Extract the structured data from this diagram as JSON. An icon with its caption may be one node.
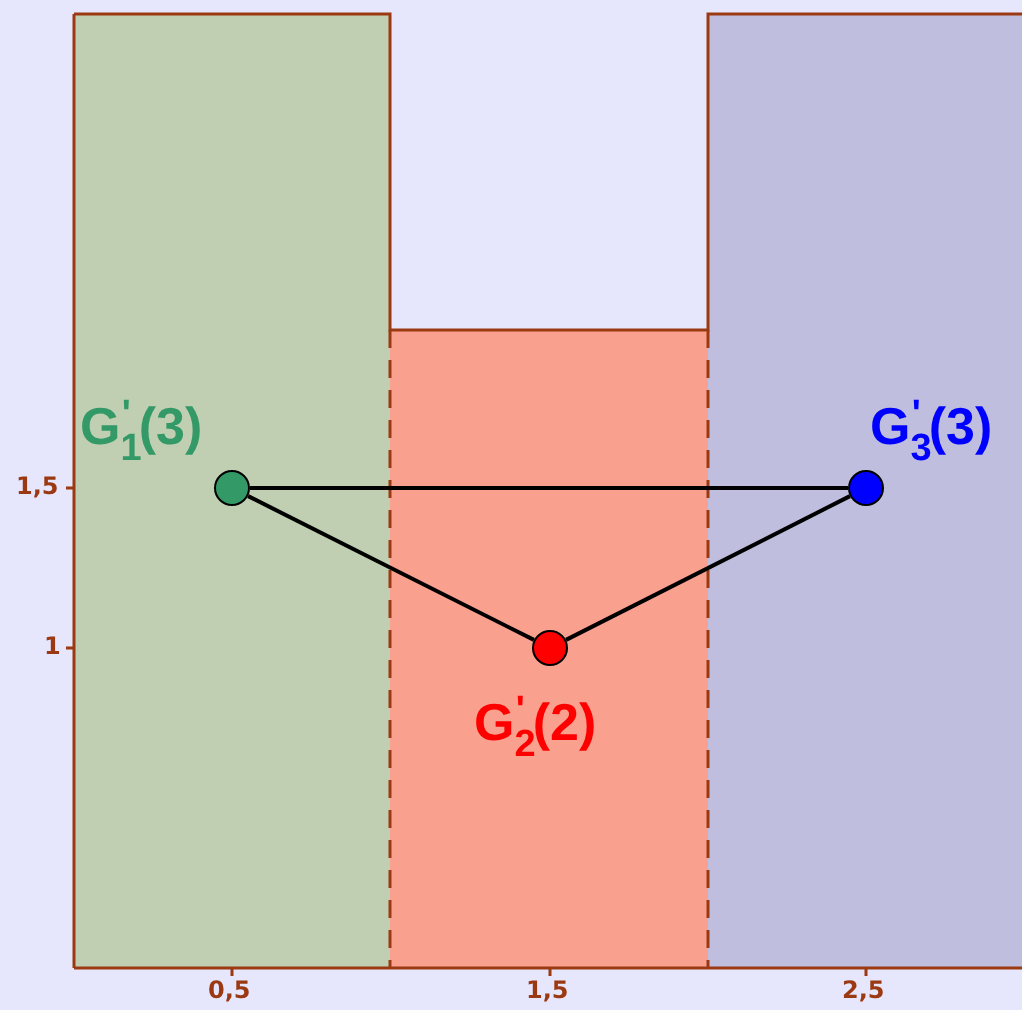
{
  "diagram": {
    "nodes": [
      {
        "text": [],
        "shape": "bar"
      },
      {
        "text": [],
        "shape": "bar"
      },
      {
        "text": [],
        "shape": "bar"
      },
      {
        "text": [],
        "shape": "circle",
        "in": 0,
        "beside": [
          "G$_{1}$$^{'}$(3)"
        ]
      },
      {
        "text": [],
        "shape": "circle",
        "in": 1,
        "beside": [
          "G$_{2}$$^{'}$(2)"
        ]
      },
      {
        "text": [],
        "shape": "circle",
        "in": 2,
        "beside": [
          "G$_{3}$$^{'}$(3)"
        ]
      }
    ],
    "edges": [
      {
        "from": 3,
        "to": 5,
        "arrow": "none"
      },
      {
        "from": 3,
        "to": 4,
        "arrow": "none"
      },
      {
        "from": 4,
        "to": 5,
        "arrow": "none"
      }
    ],
    "labels": [
      "1,5",
      "1",
      "0,5",
      "1,5",
      "2,5"
    ]
  }
}
